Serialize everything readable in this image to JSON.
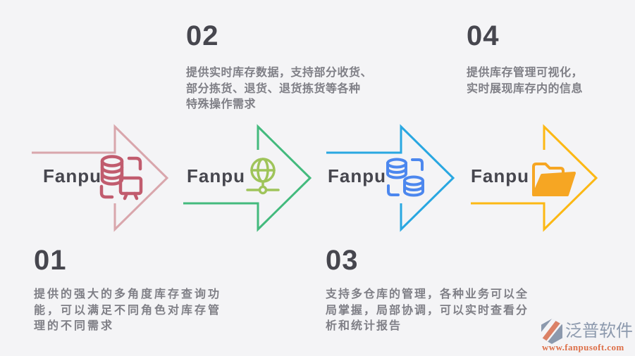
{
  "page": {
    "background": "#f4f4f6"
  },
  "steps": [
    {
      "number": "01",
      "description": "提供的强大的多角度库存查询功\n能，可以满足不同角色对库存管\n理的不同需求"
    },
    {
      "number": "02",
      "description": "提供实时库存数据，支持部分收货、\n部分拣货、退货、退货拣货等各种\n特殊操作需求"
    },
    {
      "number": "03",
      "description": "支持多仓库的管理，各种业务可以全\n局掌握，局部协调，可以实时查看分\n析和统计报告"
    },
    {
      "number": "04",
      "description": "提供库存管理可视化，\n实时展现库存内的信息"
    }
  ],
  "arrows": [
    {
      "label": "Fanpu",
      "icon": "database-display-icon",
      "color": "#d9a6ac",
      "icon_color": "#c15c6e"
    },
    {
      "label": "Fanpu",
      "icon": "globe-network-icon",
      "color": "#43ba7d",
      "icon_color": "#9fc45a"
    },
    {
      "label": "Fanpu",
      "icon": "database-sync-icon",
      "color": "#29a7e1",
      "icon_color": "#4c87ee"
    },
    {
      "label": "Fanpu",
      "icon": "open-folder-icon",
      "color": "#fcb814",
      "icon_color": "#f6a623"
    }
  ],
  "logo": {
    "name": "泛普软件",
    "url": "www.fanpusoft.com",
    "name_color": "#8c99ad",
    "url_color": "#dd6f48",
    "mark_gray": "#8c99ad",
    "mark_salmon": "#db8166"
  },
  "text_colors": {
    "heading": "#46464e",
    "body": "#7f7f86"
  }
}
